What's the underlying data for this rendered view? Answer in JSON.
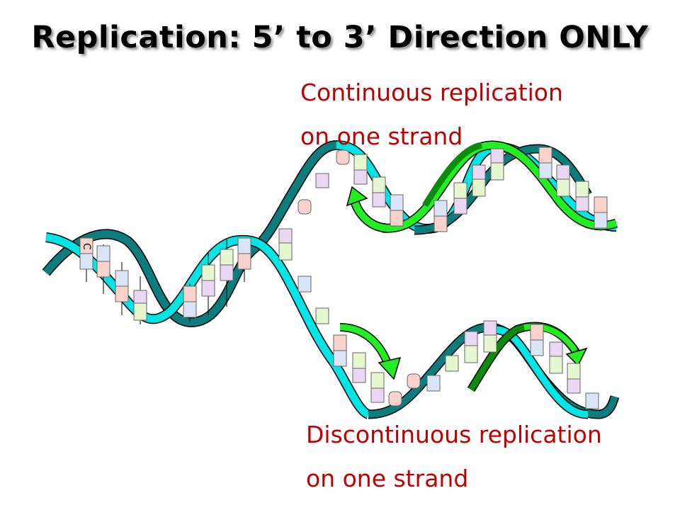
{
  "title": "Replication: 5’ to 3’ Direction ONLY",
  "labels": {
    "continuous": {
      "line1": "Continuous replication",
      "line2": "on one strand"
    },
    "discontinuous": {
      "line1": "Discontinuous replication",
      "line2": "on one strand"
    }
  },
  "colors": {
    "title": "#000000",
    "label": "#c00000",
    "strand_dark": "#0b7d7d",
    "strand_light": "#00e5e5",
    "new_strand_dark": "#0a8c0a",
    "new_strand_light": "#22ee22",
    "base_A": "#e6f7cf",
    "base_T": "#ead7f4",
    "base_G": "#d9e4f6",
    "base_C": "#f8d2cb"
  },
  "diagram": {
    "parental_helix_pairs": [
      "G-C",
      "C-G",
      "C-G",
      "A-T",
      "G-C",
      "T-A",
      "T-A",
      "C-G",
      "A-T"
    ],
    "fork_unpaired_top": [
      "T",
      "C",
      "T",
      "C",
      "T"
    ],
    "fork_unpaired_bottom": [
      "G",
      "A"
    ],
    "leading_helix_pairs": [
      "T-A",
      "T-A",
      "C-G",
      "C-G",
      "T-A",
      "A-T",
      "A-T",
      "G-C",
      "A-T",
      "T-A",
      "G-C"
    ],
    "lagging_helix_pairs": [
      "G-C",
      "T-A",
      "T-A",
      "C",
      "C",
      "G",
      "A",
      "A-T",
      "A-T",
      "G-C",
      "A-T",
      "T-A",
      "G"
    ],
    "arrows": [
      {
        "strand": "leading",
        "direction": "left"
      },
      {
        "strand": "lagging",
        "direction": "right"
      },
      {
        "strand": "lagging",
        "direction": "right"
      }
    ]
  }
}
